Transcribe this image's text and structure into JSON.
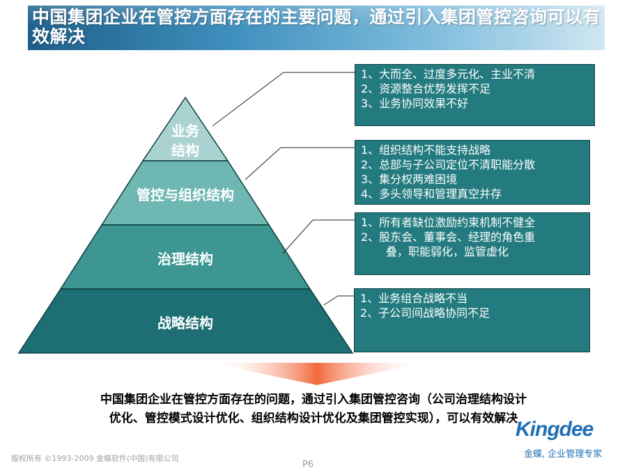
{
  "slide": {
    "title": "中国集团企业在管控方面存在的主要问题，通过引入集团管控咨询可以有效解决",
    "pyramid": {
      "tiers": [
        {
          "label_line1": "业务",
          "label_line2": "结构"
        },
        {
          "label": "管控与组织结构"
        },
        {
          "label": "治理结构"
        },
        {
          "label": "战略结构"
        }
      ]
    },
    "issue_boxes": [
      {
        "lines": [
          "1、大而全、过度多元化、主业不清",
          "2、资源整合优势发挥不足",
          "3、业务协同效果不好"
        ]
      },
      {
        "lines": [
          "1、组织结构不能支持战略",
          "2、总部与子公司定位不清职能分散",
          "3、集分权两难困境",
          "4、多头领导和管理真空并存"
        ]
      },
      {
        "lines": [
          "1、所有者缺位激励约束机制不健全",
          "2、股东会、董事会、经理的角色重",
          "叠，职能弱化，监管虚化"
        ]
      },
      {
        "lines": [
          "1、业务组合战略不当",
          "2、子公司间战略协同不足"
        ]
      }
    ],
    "conclusion_line1": "中国集团企业在管控方面存在的问题，通过引入集团管控咨询（公司治理结构设计",
    "conclusion_line2": "优化、管控模式设计优化、组织结构设计优化及集团管控实现），可以有效解决",
    "logo": {
      "wordmark": "Kingdee",
      "tagline": "金蝶, 企业管理专家"
    },
    "copyright": "版权所有 ©1993-2009 金蝶软件(中国)有限公司",
    "page": "P6"
  },
  "colors": {
    "tier_top": "#a9d2d0",
    "tier_2": "#6fb7b3",
    "tier_3": "#3d9692",
    "tier_bottom": "#1e6f73",
    "box_fill": "#237b7f",
    "title_band": "#2f7fb0",
    "logo_blue": "#1f6fb5",
    "arrow_band": "#f26a3d"
  }
}
